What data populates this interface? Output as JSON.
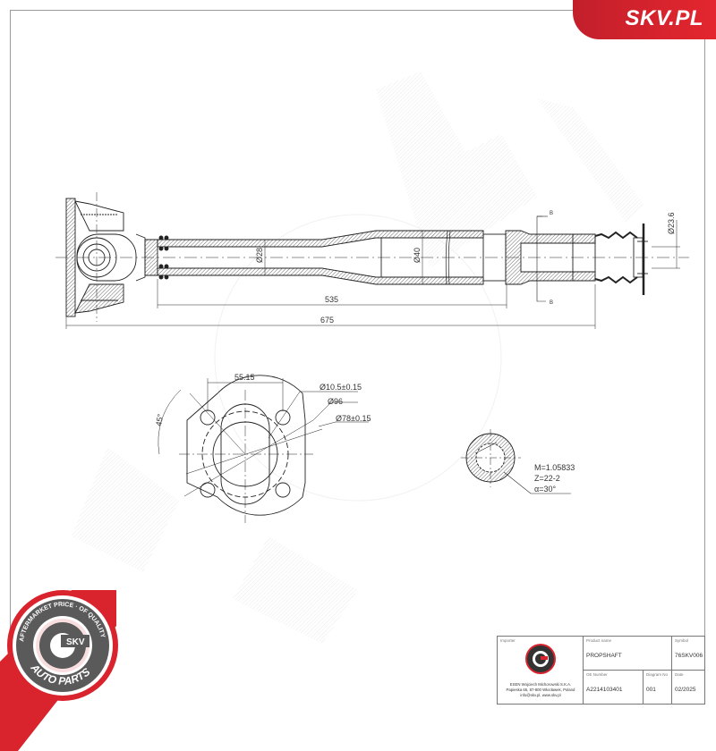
{
  "brand": {
    "label": "SKV.PL",
    "color": "#e4262f"
  },
  "drawing": {
    "part": "propshaft",
    "side_view": {
      "dimensions": {
        "overall_length": "675",
        "inner_length": "535",
        "diameter_small": "Ø28",
        "diameter_large": "Ø40",
        "diameter_end": "Ø23.6"
      },
      "section_marks": [
        "B",
        "B"
      ]
    },
    "flange_view": {
      "dimensions": {
        "bolt_spacing": "55.15",
        "angle": "45°",
        "hole_diameter": "Ø10.5±0.15",
        "outer_diameter": "Ø96",
        "bolt_circle": "Ø78±0.15"
      }
    },
    "spline_view": {
      "specs": [
        "M=1.05833",
        "Z=22-2",
        "α=30°"
      ]
    }
  },
  "title_block": {
    "importer": {
      "label": "Importer",
      "company": "ESEN Wojciech Michorowski S.K.A.",
      "address": "Papieska 65, 87-800 Włocławek, Poland",
      "contact": "info@skv.pl, www.skv.pl"
    },
    "product_name": {
      "label": "Product name",
      "value": "PROPSHAFT"
    },
    "symbol": {
      "label": "Symbol",
      "value": "76SKV006"
    },
    "oe_number": {
      "label": "OE Number",
      "value": "A2214103401"
    },
    "diagram_no": {
      "label": "Diagram No",
      "value": "001"
    },
    "date": {
      "label": "Date",
      "value": "02/2025"
    }
  },
  "badge": {
    "top_text": "AFTERMARKET PRICE · OF QUALITY",
    "center_text": "SKV",
    "bottom_text": "AUTO PARTS",
    "colors": {
      "red": "#d9232d",
      "gray": "#5a5a5a"
    }
  }
}
